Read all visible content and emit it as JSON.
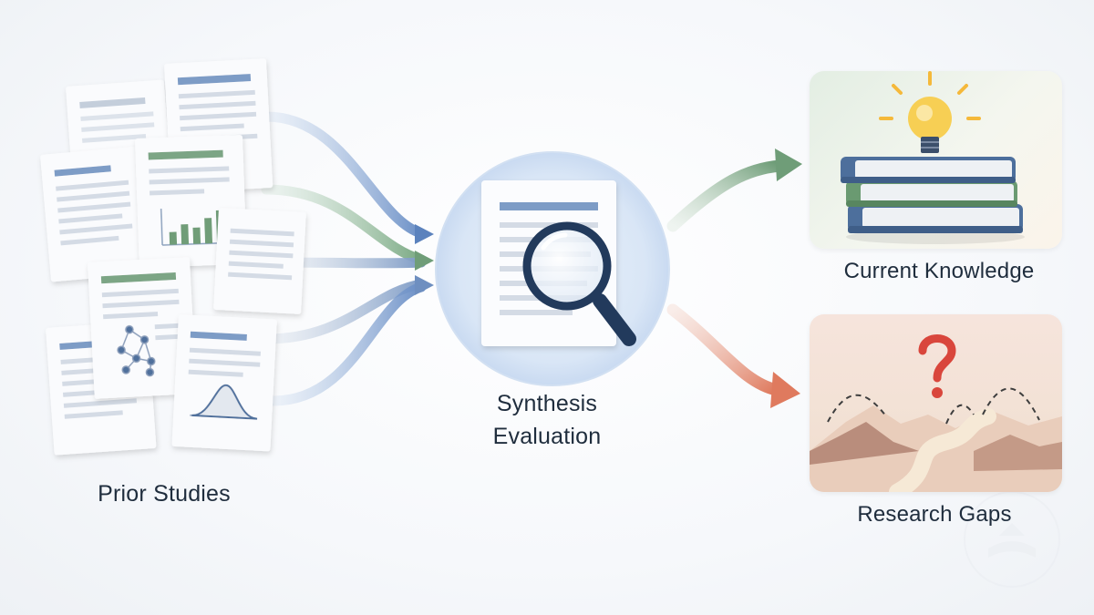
{
  "labels": {
    "prior_studies": "Prior Studies",
    "synthesis_line1": "Synthesis",
    "synthesis_line2": "Evaluation",
    "current_knowledge": "Current Knowledge",
    "research_gaps": "Research Gaps"
  },
  "colors": {
    "blue": "#4f77ad",
    "green": "#6f9d78",
    "coral": "#df7a5e",
    "navy": "#223a5c",
    "bulb": "#f5c242"
  },
  "icons": [
    "document-icon",
    "bar-chart-icon",
    "network-graph-icon",
    "bell-curve-icon",
    "magnifier-icon",
    "lightbulb-icon",
    "books-icon",
    "question-mark-icon",
    "landscape-path-icon",
    "logo-watermark-icon"
  ]
}
